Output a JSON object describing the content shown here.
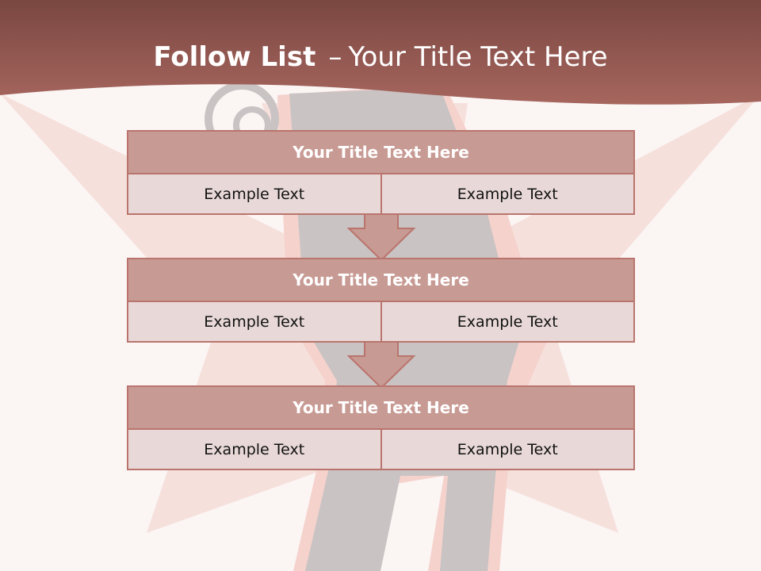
{
  "slide": {
    "title_bold": "Follow List",
    "title_sep": "–",
    "title_rest": "Your Title Text Here"
  },
  "blocks": [
    {
      "title": "Your Title Text Here",
      "left": "Example Text",
      "right": "Example Text"
    },
    {
      "title": "Your Title Text Here",
      "left": "Example Text",
      "right": "Example Text"
    },
    {
      "title": "Your Title Text Here",
      "left": "Example Text",
      "right": "Example Text"
    }
  ],
  "colors": {
    "header": "#9e5c55",
    "block_title_fill": "#c89a94",
    "cell_fill": "#e8d9d8",
    "border": "#b9756d",
    "background": "#fbf5f4",
    "star": "#f6e0dc",
    "silhouette": "#c9c3c3"
  },
  "icons": {
    "background_art": "dancer-silhouette-star",
    "connector": "down-arrow-icon"
  }
}
